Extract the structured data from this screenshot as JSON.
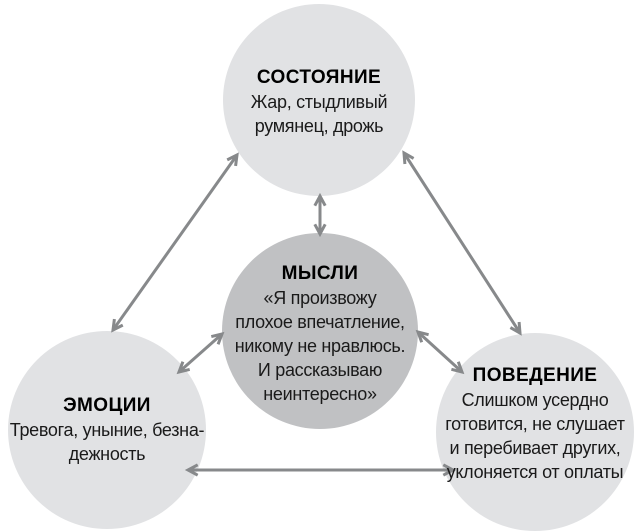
{
  "diagram": {
    "background": "#ffffff",
    "text_color": "#1a1a1a",
    "arrow_color": "#87898b",
    "edges": [
      {
        "from": "state",
        "to": "thoughts",
        "bidirectional": true
      },
      {
        "from": "state",
        "to": "emotions",
        "bidirectional": true
      },
      {
        "from": "state",
        "to": "behavior",
        "bidirectional": true
      },
      {
        "from": "thoughts",
        "to": "emotions",
        "bidirectional": true
      },
      {
        "from": "thoughts",
        "to": "behavior",
        "bidirectional": true
      },
      {
        "from": "emotions",
        "to": "behavior",
        "bidirectional": true
      }
    ]
  },
  "nodes": {
    "state": {
      "title": "СОСТОЯНИЕ",
      "body_lines": [
        "Жар, стыдливый",
        "румянец, дрожь"
      ],
      "fill": "#e1e2e4"
    },
    "thoughts": {
      "title": "МЫСЛИ",
      "body_lines": [
        "«Я произвожу",
        "плохое впечатление,",
        "никому не нравлюсь.",
        "И рассказываю",
        "неинтересно»"
      ],
      "fill": "#c0c1c3"
    },
    "emotions": {
      "title": "ЭМОЦИИ",
      "body_lines": [
        "Тревога, уныние, безна-",
        "дежность"
      ],
      "fill": "#e1e2e4"
    },
    "behavior": {
      "title": "ПОВЕДЕНИЕ",
      "body_lines": [
        "Слишком усердно",
        "готовится, не слушает",
        "и перебивает других,",
        "уклоняется от оплаты"
      ],
      "fill": "#e1e2e4"
    }
  }
}
